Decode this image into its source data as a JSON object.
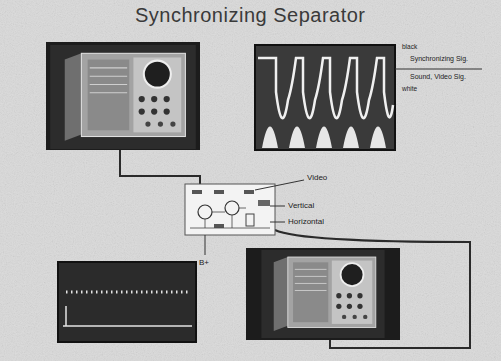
{
  "diagram": {
    "title": "Synchronizing Separator",
    "labels": [
      "black",
      "Synchronizing Sig.",
      "Sound, Video Sig.",
      "white",
      "Video",
      "Vertical",
      "Horizontal",
      "B+"
    ]
  }
}
